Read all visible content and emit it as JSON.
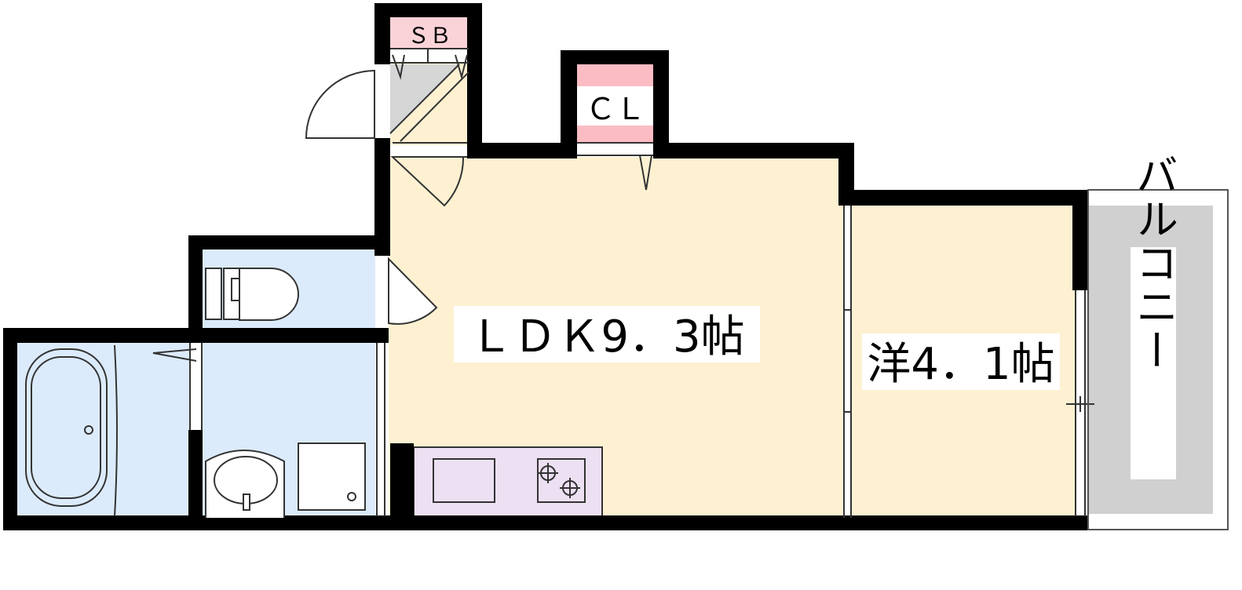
{
  "rooms": {
    "ldk": {
      "label": "ＬＤＫ9．3帖",
      "fill": "#fdf1d2"
    },
    "western": {
      "label": "洋4．1帖",
      "fill": "#fdf1d2"
    },
    "balcony": {
      "label": "バルコニー",
      "fill": "#d0d0d0"
    },
    "storage_box": {
      "label": "ＳＢ",
      "fill": "#fad3d8"
    },
    "closet": {
      "label": "ＣＬ",
      "fill": "#fbbcc4"
    },
    "toilet": {
      "fill": "#dcebfb"
    },
    "bath": {
      "fill": "#dcebfb"
    },
    "washroom": {
      "fill": "#dcebfb"
    },
    "kitchen_counter": {
      "fill": "#ece0f2"
    }
  },
  "colors": {
    "wall": "#000000",
    "line": "#333333",
    "entrance_floor": "#d6d6d6"
  }
}
